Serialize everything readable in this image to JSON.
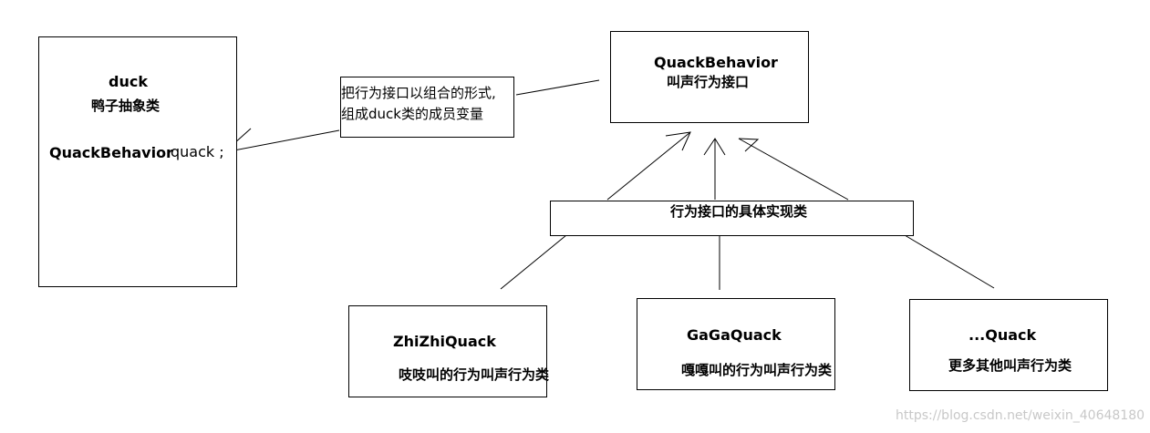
{
  "duck_box": {
    "title": "duck",
    "subtitle": "鸭子抽象类",
    "field_type": "QuackBehavior",
    "field_name": "quack ;"
  },
  "note_box": {
    "line1": "把行为接口以组合的形式,",
    "line2": "组成duck类的成员变量"
  },
  "interface_box": {
    "title": "QuackBehavior",
    "subtitle": "叫声行为接口"
  },
  "impl_label": {
    "text": "行为接口的具体实现类"
  },
  "impl_classes": [
    {
      "name": "ZhiZhiQuack",
      "desc": "吱吱叫的行为叫声行为类"
    },
    {
      "name": "GaGaQuack",
      "desc": "嘎嘎叫的行为叫声行为类"
    },
    {
      "name": "...Quack",
      "desc": "更多其他叫声行为类"
    }
  ],
  "watermark": "https://blog.csdn.net/weixin_40648180"
}
